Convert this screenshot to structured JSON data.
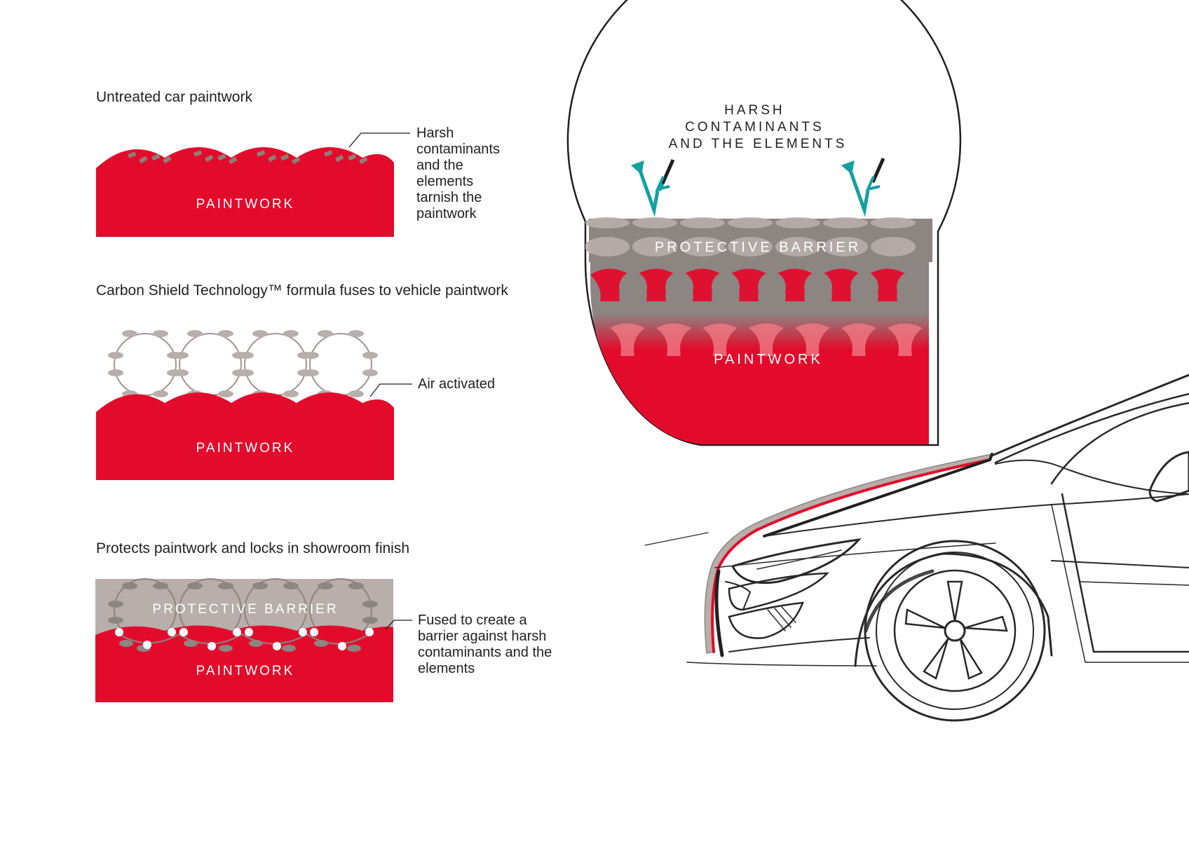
{
  "panels": [
    {
      "heading": "Untreated car paintwork",
      "layer_label": "PAINTWORK",
      "callout": [
        "Harsh",
        "contaminants",
        "and the",
        "elements",
        "tarnish the",
        "paintwork"
      ]
    },
    {
      "heading": "Carbon Shield Technology™ formula fuses to vehicle paintwork",
      "layer_label": "PAINTWORK",
      "callout": [
        "Air activated"
      ]
    },
    {
      "heading": "Protects paintwork and locks in showroom finish",
      "barrier_label": "PROTECTIVE BARRIER",
      "layer_label": "PAINTWORK",
      "callout": [
        "Fused to create a",
        "barrier against harsh",
        "contaminants and the",
        "elements"
      ]
    }
  ],
  "zoom": {
    "title": [
      "HARSH",
      "CONTAMINANTS",
      "AND THE ELEMENTS"
    ],
    "barrier_label": "PROTECTIVE BARRIER",
    "layer_label": "PAINTWORK"
  },
  "icons": [
    "contaminant-flake-icon",
    "molecule-ring-icon",
    "deflect-arrow-icon",
    "car-sketch-icon"
  ],
  "colors": {
    "paint_red": "#e30b2c",
    "barrier_gray": "#b8aeaa",
    "molecule_gray": "#a19792",
    "arrow_teal": "#14a0a0",
    "text": "#231f20"
  }
}
